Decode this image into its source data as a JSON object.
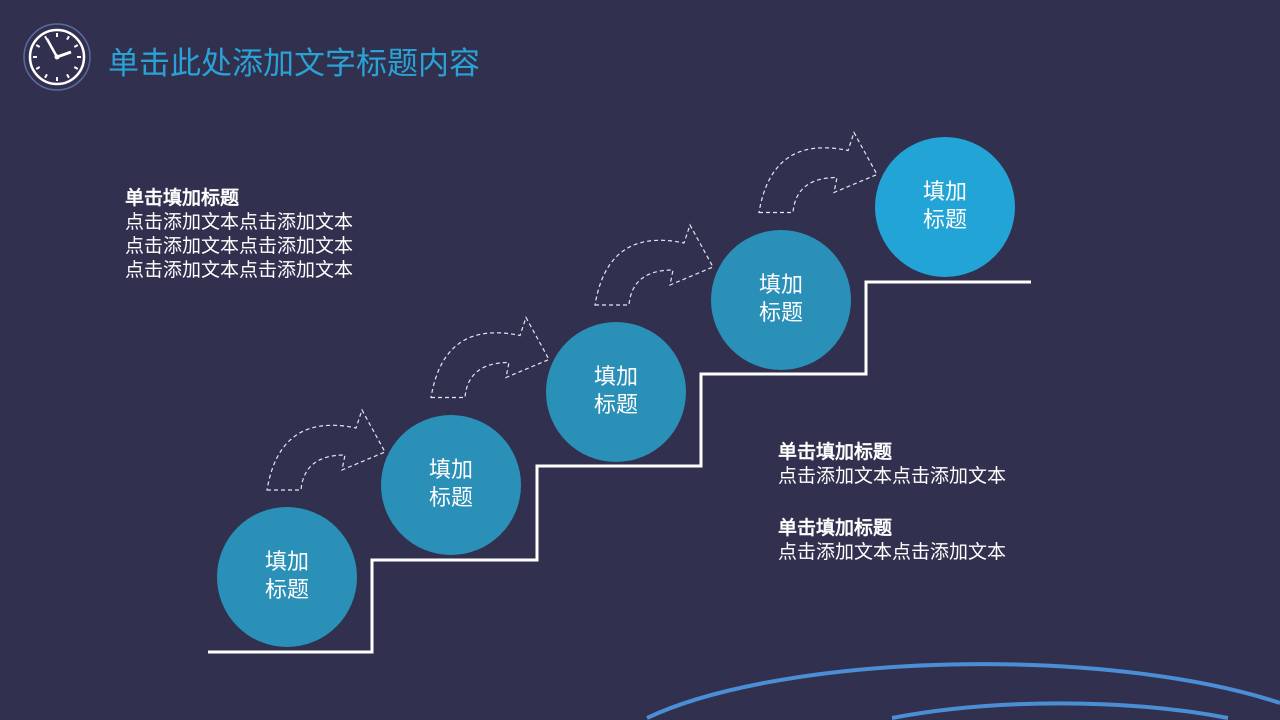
{
  "header": {
    "title": "单击此处添加文字标题内容",
    "icon": "clock-icon"
  },
  "steps": [
    {
      "label": "填加标题"
    },
    {
      "label": "填加标题"
    },
    {
      "label": "填加标题"
    },
    {
      "label": "填加标题"
    },
    {
      "label": "填加标题"
    }
  ],
  "text_blocks": [
    {
      "heading": "单击填加标题",
      "lines": [
        "点击添加文本点击添加文本",
        "点击添加文本点击添加文本",
        "点击添加文本点击添加文本"
      ]
    },
    {
      "heading": "单击填加标题",
      "lines": [
        "点击添加文本点击添加文本"
      ]
    },
    {
      "heading": "单击填加标题",
      "lines": [
        "点击添加文本点击添加文本"
      ]
    }
  ],
  "colors": {
    "background": "#31314f",
    "accent": "#2aa2d6",
    "circle": "#2a90b8",
    "circle_last": "#22a4d6"
  }
}
